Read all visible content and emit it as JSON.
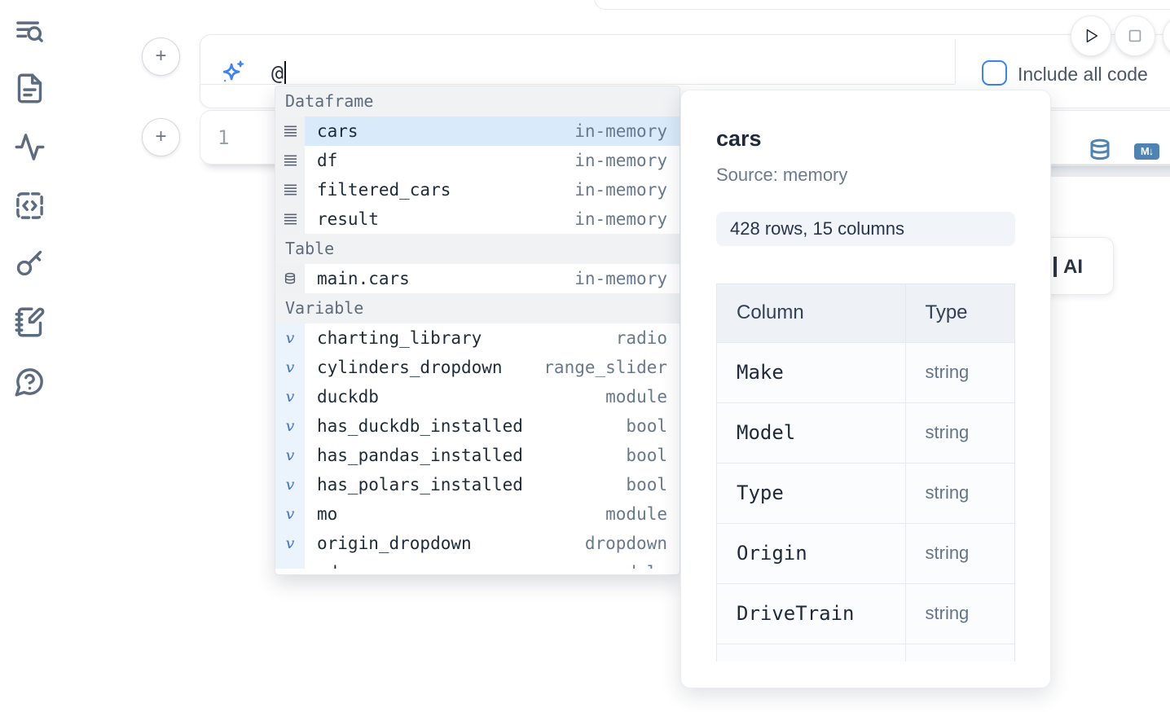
{
  "colors": {
    "accent_blue": "#3b82f6",
    "selection_blue": "#d9eafb",
    "icon_steel_blue": "#4d84b3",
    "sidebar_icon": "#5b6b80"
  },
  "sidebar": {
    "icons": [
      "list-search",
      "file-document",
      "activity",
      "code-block",
      "key",
      "notebook-pen",
      "help-chat"
    ]
  },
  "prompt_bar": {
    "value": "@",
    "include_all_code_label": "Include all code"
  },
  "editor_cell": {
    "line_number": "1"
  },
  "ai_button_fragment": {
    "label": "AI"
  },
  "autocomplete": {
    "sections": [
      {
        "label": "Dataframe",
        "kind": "dataframe",
        "items": [
          {
            "name": "cars",
            "type": "in-memory",
            "selected": true
          },
          {
            "name": "df",
            "type": "in-memory"
          },
          {
            "name": "filtered_cars",
            "type": "in-memory"
          },
          {
            "name": "result",
            "type": "in-memory"
          }
        ]
      },
      {
        "label": "Table",
        "kind": "table",
        "items": [
          {
            "name": "main.cars",
            "type": "in-memory"
          }
        ]
      },
      {
        "label": "Variable",
        "kind": "variable",
        "items": [
          {
            "name": "charting_library",
            "type": "radio"
          },
          {
            "name": "cylinders_dropdown",
            "type": "range_slider"
          },
          {
            "name": "duckdb",
            "type": "module"
          },
          {
            "name": "has_duckdb_installed",
            "type": "bool"
          },
          {
            "name": "has_pandas_installed",
            "type": "bool"
          },
          {
            "name": "has_polars_installed",
            "type": "bool"
          },
          {
            "name": "mo",
            "type": "module"
          },
          {
            "name": "origin_dropdown",
            "type": "dropdown"
          },
          {
            "name": "pd",
            "type": "module",
            "partial": true
          }
        ]
      }
    ]
  },
  "detail_panel": {
    "title": "cars",
    "source": "Source: memory",
    "shape_badge": "428 rows, 15 columns",
    "table": {
      "headers": [
        "Column",
        "Type"
      ],
      "rows": [
        [
          "Make",
          "string"
        ],
        [
          "Model",
          "string"
        ],
        [
          "Type",
          "string"
        ],
        [
          "Origin",
          "string"
        ],
        [
          "DriveTrain",
          "string"
        ]
      ],
      "partial_row": true
    }
  }
}
